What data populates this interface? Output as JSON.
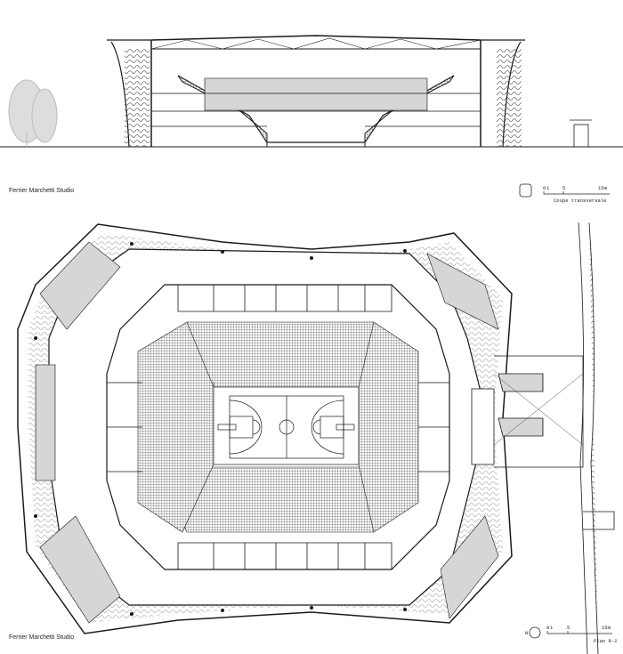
{
  "section": {
    "credit": "Ferrier Marchetti Studio",
    "scale_ticks": [
      "0",
      "1",
      "5",
      "15m"
    ],
    "title": "Coupe transversale"
  },
  "plan": {
    "credit": "Ferrier Marchetti Studio",
    "scale_ticks": [
      "0",
      "1",
      "5",
      "15m"
    ],
    "title": "Plan R-2",
    "north_label": "N"
  },
  "colors": {
    "line": "#1a1a1a",
    "hatch": "#777777",
    "tree": "#bbbbbb"
  }
}
